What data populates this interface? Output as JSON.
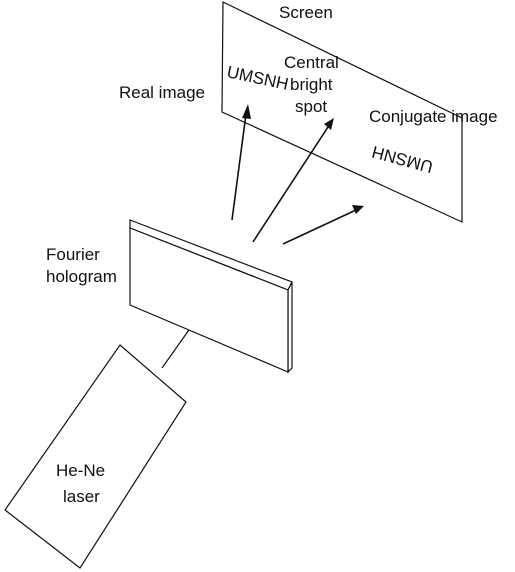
{
  "labels": {
    "screen": "Screen",
    "real_image": "Real image",
    "central_line1": "Central",
    "central_line2": "bright",
    "central_line3": "spot",
    "conjugate_image": "Conjugate image",
    "fourier_line1": "Fourier",
    "fourier_line2": "hologram",
    "laser_line1": "He-Ne",
    "laser_line2": "laser",
    "real_text": "UMSNH",
    "conjugate_text": "UMSNH"
  }
}
